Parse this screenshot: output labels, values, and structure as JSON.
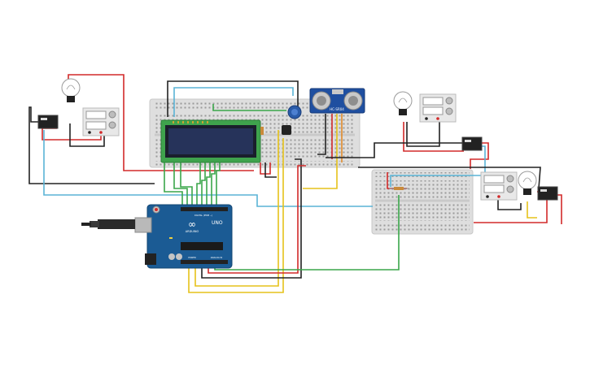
{
  "canvas": {
    "background": "#ffffff"
  },
  "components": {
    "lcd": {
      "name": "lcd-16x2"
    },
    "ultrasonic": {
      "name": "ultrasonic-sensor",
      "label": "HC-SR04",
      "color": "#1f4fa0"
    },
    "arduino": {
      "name": "arduino-uno",
      "logo_text": "∞",
      "board_label": "UNO",
      "brand_label": "ARDUINO",
      "digital_label": "DIGITAL (PWM ~)",
      "power_label": "POWER",
      "analog_label": "ANALOG IN",
      "color": "#1b5b94"
    },
    "relays": [
      {
        "name": "relay-left"
      },
      {
        "name": "relay-right-top"
      },
      {
        "name": "relay-right-bottom"
      }
    ],
    "bulbs": [
      {
        "name": "bulb-left"
      },
      {
        "name": "bulb-right-top"
      },
      {
        "name": "bulb-right-bottom"
      }
    ],
    "power_supplies": [
      {
        "name": "power-supply-left"
      },
      {
        "name": "power-supply-right-top"
      },
      {
        "name": "power-supply-right-bottom"
      }
    ]
  },
  "wire_colors": {
    "red": "#d22a2a",
    "black": "#222222",
    "green": "#3aa64a",
    "yellow": "#e6c21a",
    "blue": "#5ab4d6",
    "orange": "#e08a2a"
  }
}
